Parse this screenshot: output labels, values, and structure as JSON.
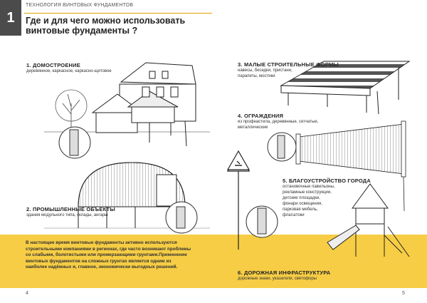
{
  "header": {
    "chapter_number": "1",
    "section_label": "ТЕХНОЛОГИЯ ВИНТОВЫХ ФУНДАМЕНТОВ",
    "title_line1": "Где и для чего можно использовать",
    "title_line2": "винтовые фундаменты ?"
  },
  "sections": [
    {
      "title": "1. ДОМОСТРОЕНИЕ",
      "desc": [
        "деревянное, каркасное, каркасно-щитовое"
      ]
    },
    {
      "title": "2. ПРОМЫШЛЕННЫЕ ОБЪЕКТЫ",
      "desc": [
        "здания модульного типа, склады, ангары"
      ]
    },
    {
      "title": "3. МАЛЫЕ СТРОИТЕЛЬНЫЕ ФОРМЫ",
      "desc": [
        "навесы, беседки, пристани,",
        "парапеты, мостики"
      ]
    },
    {
      "title": "4. ОГРАЖДЕНИЯ",
      "desc": [
        "из профнастила, деревянные, сетчатые,",
        "металлические"
      ]
    },
    {
      "title": "5. БЛАГОУСТРОЙСТВО ГОРОДА",
      "desc": [
        "остановочные павильоны,",
        "рекламные конструкции,",
        "детские площадки,",
        "фонари освещения,",
        "парковая мебель,",
        "флагштоки"
      ]
    },
    {
      "title": "6. ДОРОЖНАЯ ИНФРАСТРУКТУРА",
      "desc": [
        "дорожные знаки, указатели, светофоры"
      ]
    }
  ],
  "band_text": [
    "В настоящее время винтовые фундаменты  активно используются",
    "строительными компаниями в регионах, где часто возникают проблемы",
    "со слабыми, болотистыми или промерзающими грунтами.Применение",
    "винтовых фундаментов  на сложных грунтах является одним из",
    "наиболее надёжных и, главное, экономически выгодных решений."
  ],
  "page_numbers": {
    "left": "4",
    "right": "5"
  }
}
